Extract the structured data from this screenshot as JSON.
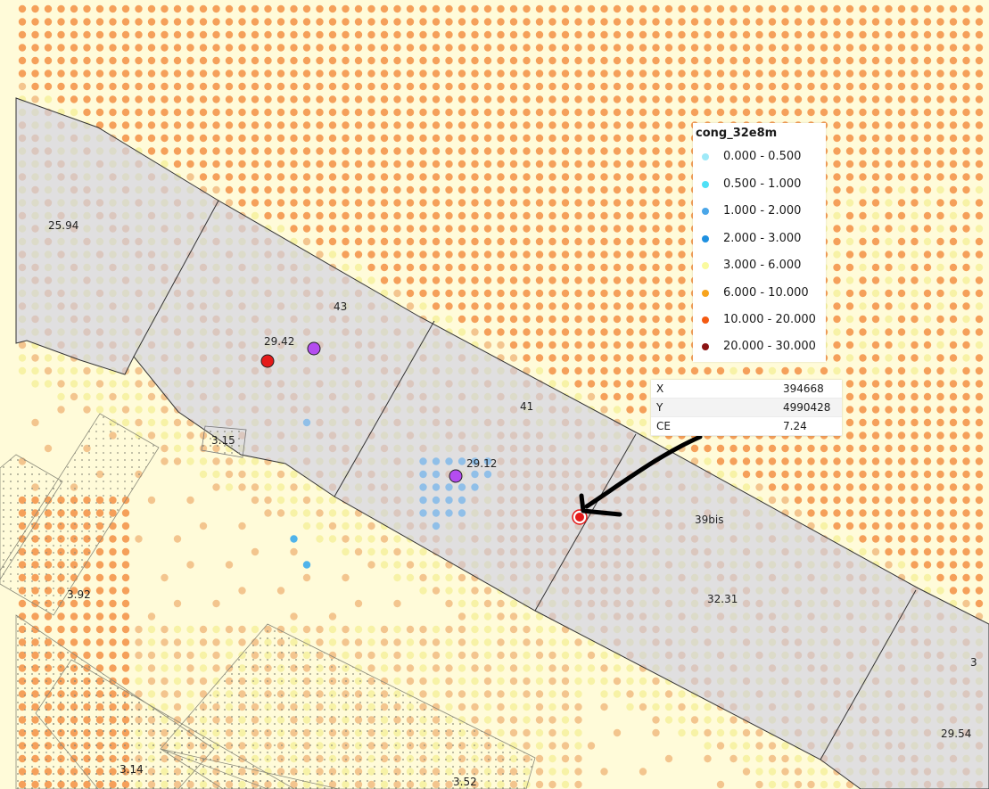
{
  "colors": {
    "dot_orange": "#f5a05a",
    "dot_orange_light": "#f3c58e",
    "dot_yellow": "#f7f2a6",
    "dot_blue": "#4fb3ea",
    "parcel_fill": "#c7c8e6",
    "background_yellow": "#fffbd9",
    "point_red": "#e51a1a",
    "point_purple": "#b44cf0",
    "arrow": "#000000"
  },
  "legend": {
    "title": "cong_32e8m",
    "items": [
      {
        "label": "0.000 - 0.500",
        "color": "#9ee9f8"
      },
      {
        "label": "0.500 - 1.000",
        "color": "#4fe0f6"
      },
      {
        "label": "1.000 - 2.000",
        "color": "#4aa6e8"
      },
      {
        "label": "2.000 - 3.000",
        "color": "#1e90e0"
      },
      {
        "label": "3.000 - 6.000",
        "color": "#fafa9e"
      },
      {
        "label": "6.000 - 10.000",
        "color": "#f7a41d"
      },
      {
        "label": "10.000 - 20.000",
        "color": "#f45a12"
      },
      {
        "label": "20.000 - 30.000",
        "color": "#8b1414"
      }
    ]
  },
  "identify": {
    "rows": [
      {
        "key": "X",
        "value": "394668"
      },
      {
        "key": "Y",
        "value": "4990428"
      },
      {
        "key": "CE",
        "value": "7.24"
      }
    ]
  },
  "labels": {
    "l_2594": "25.94",
    "l_43": "43",
    "l_2942": "29.42",
    "l_41": "41",
    "l_315": "3.15",
    "l_2912": "29.12",
    "l_39bis": "39bis",
    "l_392": "3.92",
    "l_3231": "32.31",
    "l_2954": "29.54",
    "l_314": "3.14",
    "l_352": "3.52",
    "l_3": "3"
  }
}
